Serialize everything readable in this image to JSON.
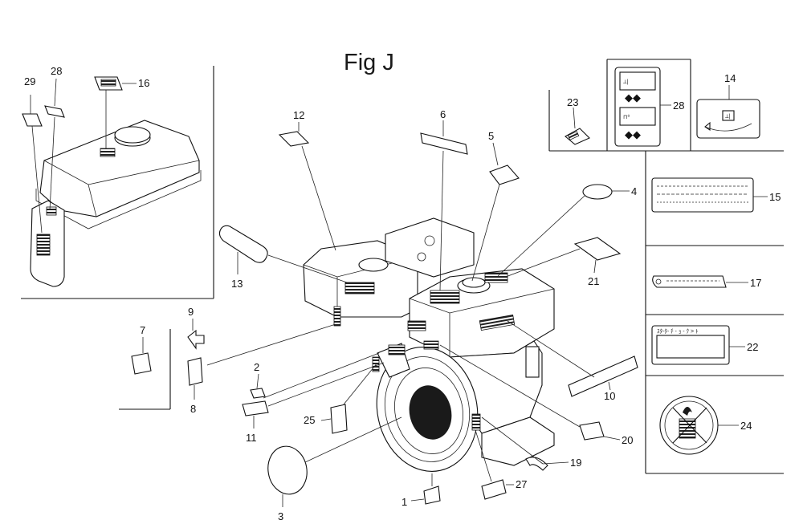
{
  "figure": {
    "title": "Fig J"
  },
  "callouts": {
    "c1": "1",
    "c2": "2",
    "c3": "3",
    "c4": "4",
    "c5": "5",
    "c6": "6",
    "c7": "7",
    "c8": "8",
    "c9": "9",
    "c10": "10",
    "c11": "11",
    "c12": "12",
    "c13": "13",
    "c14": "14",
    "c15": "15",
    "c16": "16",
    "c17": "17",
    "c19": "19",
    "c20": "20",
    "c21": "21",
    "c22": "22",
    "c23": "23",
    "c24": "24",
    "c25": "25",
    "c27": "27",
    "c28a": "28",
    "c28b": "28",
    "c29": "29"
  },
  "label_22": {
    "text": "ｽﾀ-ﾀ- ﾁ - ｮ - ｸ > ﾄ"
  },
  "icons": {
    "fuel_cock_label": "fuel-cock-arrows-icon",
    "choke_label": "choke-lever-icon",
    "no_fire_label": "no-fire-smoking-icon"
  }
}
